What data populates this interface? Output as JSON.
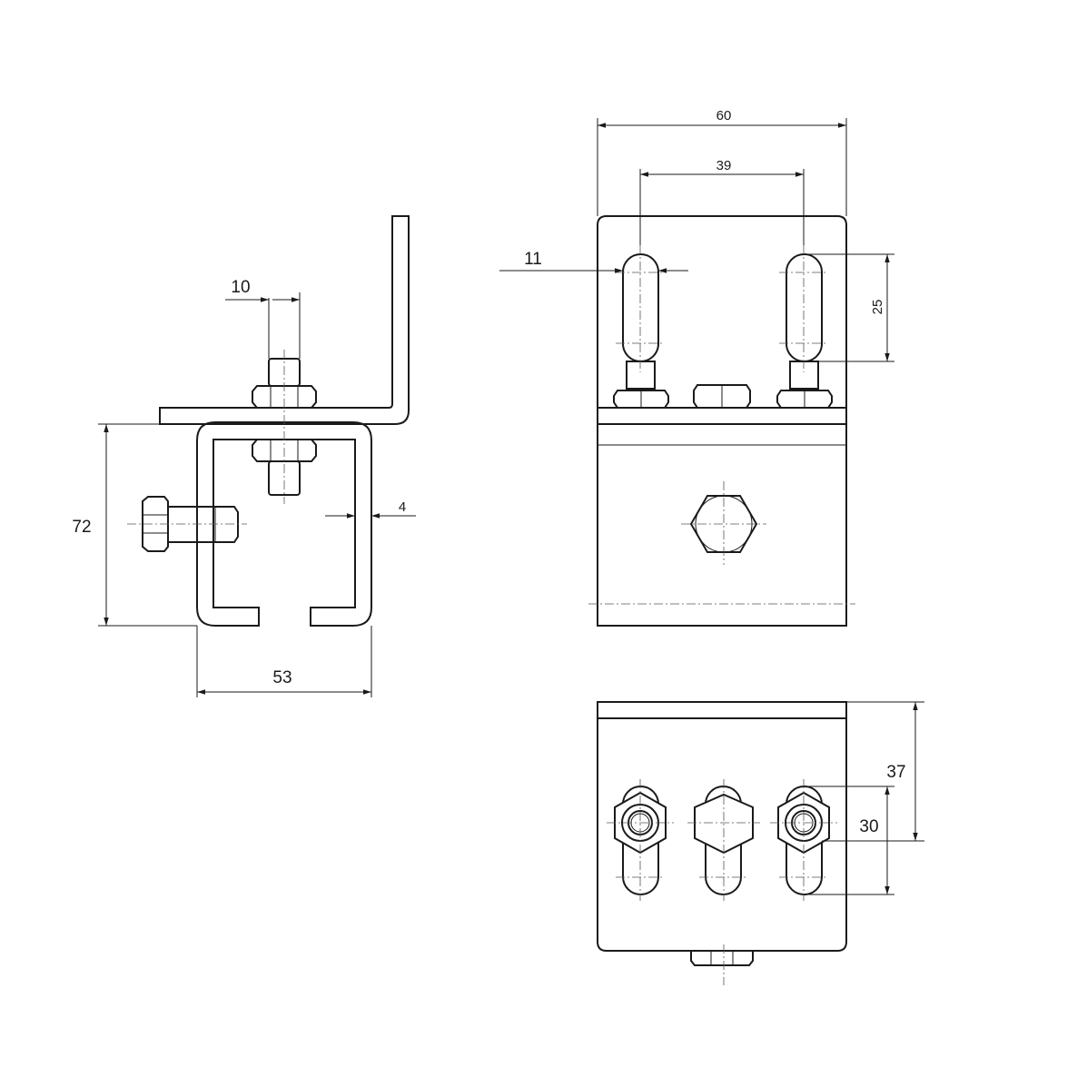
{
  "drawing": {
    "dimensions": {
      "overall_width": "60",
      "slot_spacing": "39",
      "slot_width": "11",
      "slot_length": "25",
      "stud_diameter": "10",
      "wall_thickness": "4",
      "channel_height": "72",
      "channel_width": "53",
      "bottom_height": "37",
      "bottom_slot": "30"
    }
  }
}
